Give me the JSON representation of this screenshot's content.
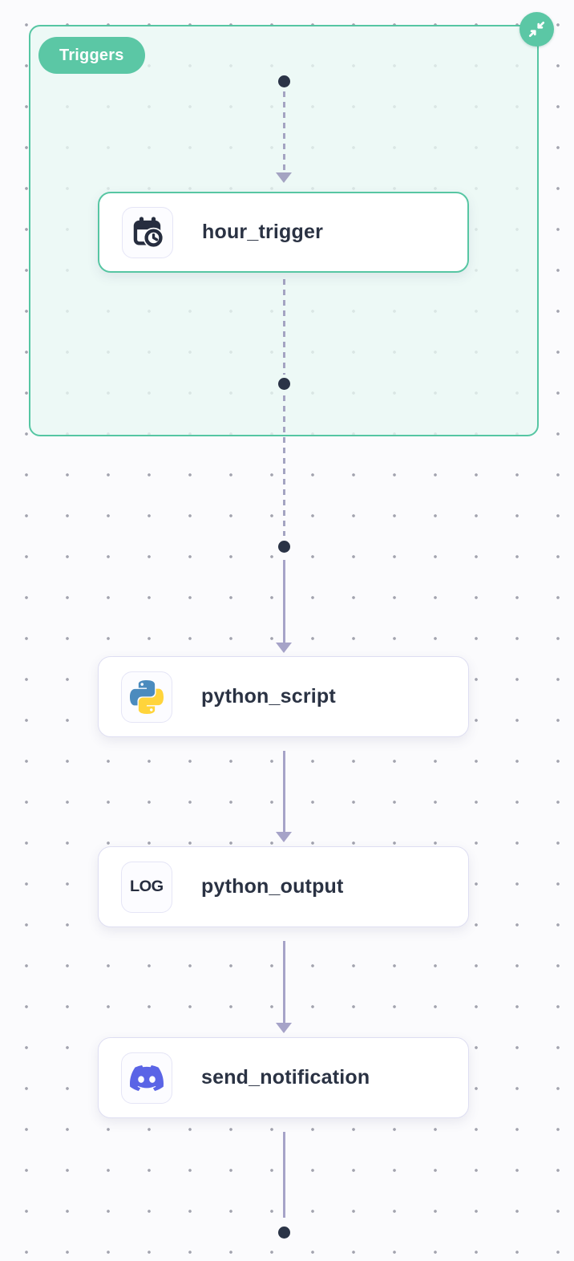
{
  "trigger_group": {
    "label": "Triggers",
    "collapse_icon": "collapse-arrows-icon"
  },
  "nodes": [
    {
      "label": "hour_trigger",
      "icon": "calendar-clock-icon",
      "selected": true
    },
    {
      "label": "python_script",
      "icon": "python-icon"
    },
    {
      "label": "python_output",
      "icon": "log-icon",
      "icon_text": "LOG"
    },
    {
      "label": "send_notification",
      "icon": "discord-icon"
    }
  ],
  "colors": {
    "accent_teal": "#5BC7A5",
    "region_fill": "#EAF8F2",
    "node_border": "#DEDEF2",
    "selected_node_border": "#57C6A3",
    "node_text": "#2A3243",
    "connector": "#A6A3C8",
    "connector_dot": "#2B3447",
    "grid_dot": "#A2A3AE",
    "canvas_bg": "#FBFBFD",
    "discord_blurple": "#5A64E6",
    "python_blue": "#4B8BBE",
    "python_yellow": "#FFD43B",
    "icon_dark": "#262D3F"
  }
}
